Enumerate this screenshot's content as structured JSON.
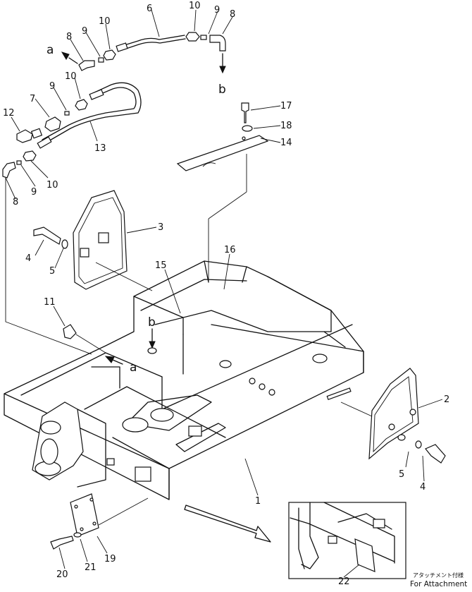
{
  "callouts": {
    "c1": "1",
    "c2": "2",
    "c3": "3",
    "c4a": "4",
    "c4b": "4",
    "c5a": "5",
    "c5b": "5",
    "c6": "6",
    "c7": "7",
    "c8a": "8",
    "c8b": "8",
    "c8c": "8",
    "c9a": "9",
    "c9b": "9",
    "c9c": "9",
    "c9d": "9",
    "c10a": "10",
    "c10b": "10",
    "c10c": "10",
    "c10d": "10",
    "c11": "11",
    "c12": "12",
    "c13": "13",
    "c14": "14",
    "c15": "15",
    "c16": "16",
    "c17": "17",
    "c18": "18",
    "c19": "19",
    "c20": "20",
    "c21": "21",
    "c22": "22"
  },
  "flow_labels": {
    "a_top": "a",
    "b_top": "b",
    "a_frame": "a",
    "b_frame": "b"
  },
  "inset": {
    "caption_jp": "アタッチメント付様",
    "caption_en": "For Attachment"
  }
}
